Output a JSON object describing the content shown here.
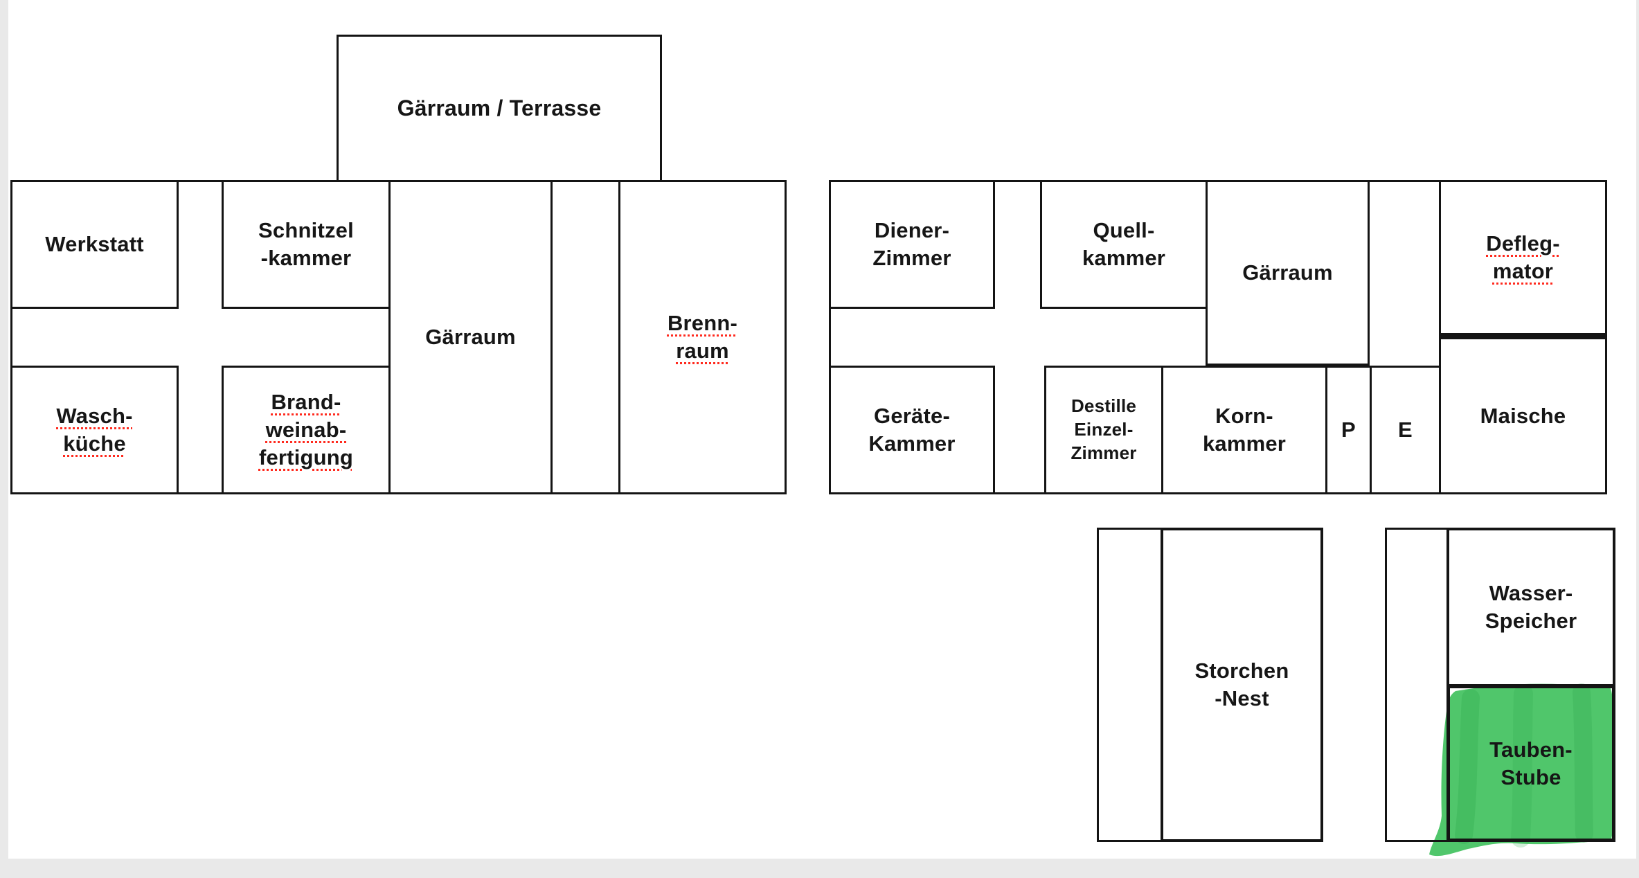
{
  "app": {
    "background": "#e9e9e9",
    "canvas": "#ffffff"
  },
  "colors": {
    "wall": "#141414",
    "text": "#161616",
    "spellcheck_red": "#ff2a1e",
    "highlight_green": "#47c363"
  },
  "left_building": {
    "terrace": {
      "label": "Gärraum / Terrasse"
    },
    "rooms": {
      "werkstatt": {
        "label": "Werkstatt"
      },
      "schnitzelkammer": {
        "label": "Schnitzel\n-kammer"
      },
      "gaerraum": {
        "label": "Gärraum"
      },
      "brennraum": {
        "label": "Brenn-\nraum",
        "spellcheck": true
      },
      "waschkueche": {
        "label": "Wasch-\nküche",
        "spellcheck": true
      },
      "brandweinabfertigung": {
        "label": "Brand-\nweinab-\nfertigung",
        "spellcheck": true
      }
    }
  },
  "right_building": {
    "rooms": {
      "dienerzimmer": {
        "label": "Diener-\nZimmer"
      },
      "quellkammer": {
        "label": "Quell-\nkammer"
      },
      "gaerraum": {
        "label": "Gärraum"
      },
      "deflegmator": {
        "label": "Defleg-\nmator",
        "spellcheck": true
      },
      "geraetekammer": {
        "label": "Geräte-\nKammer"
      },
      "destille_einzelzimmer": {
        "label": "Destille\nEinzel-\nZimmer"
      },
      "kornkammer": {
        "label": "Korn-\nkammer"
      },
      "p": {
        "label": "P"
      },
      "e": {
        "label": "E"
      },
      "maische": {
        "label": "Maische"
      }
    }
  },
  "bottom_buildings": {
    "storchennest": {
      "label": "Storchen\n-Nest"
    },
    "wasserspeicher": {
      "label": "Wasser-\nSpeicher"
    },
    "taubenstube": {
      "label": "Tauben-\nStube",
      "highlighted": true
    }
  }
}
